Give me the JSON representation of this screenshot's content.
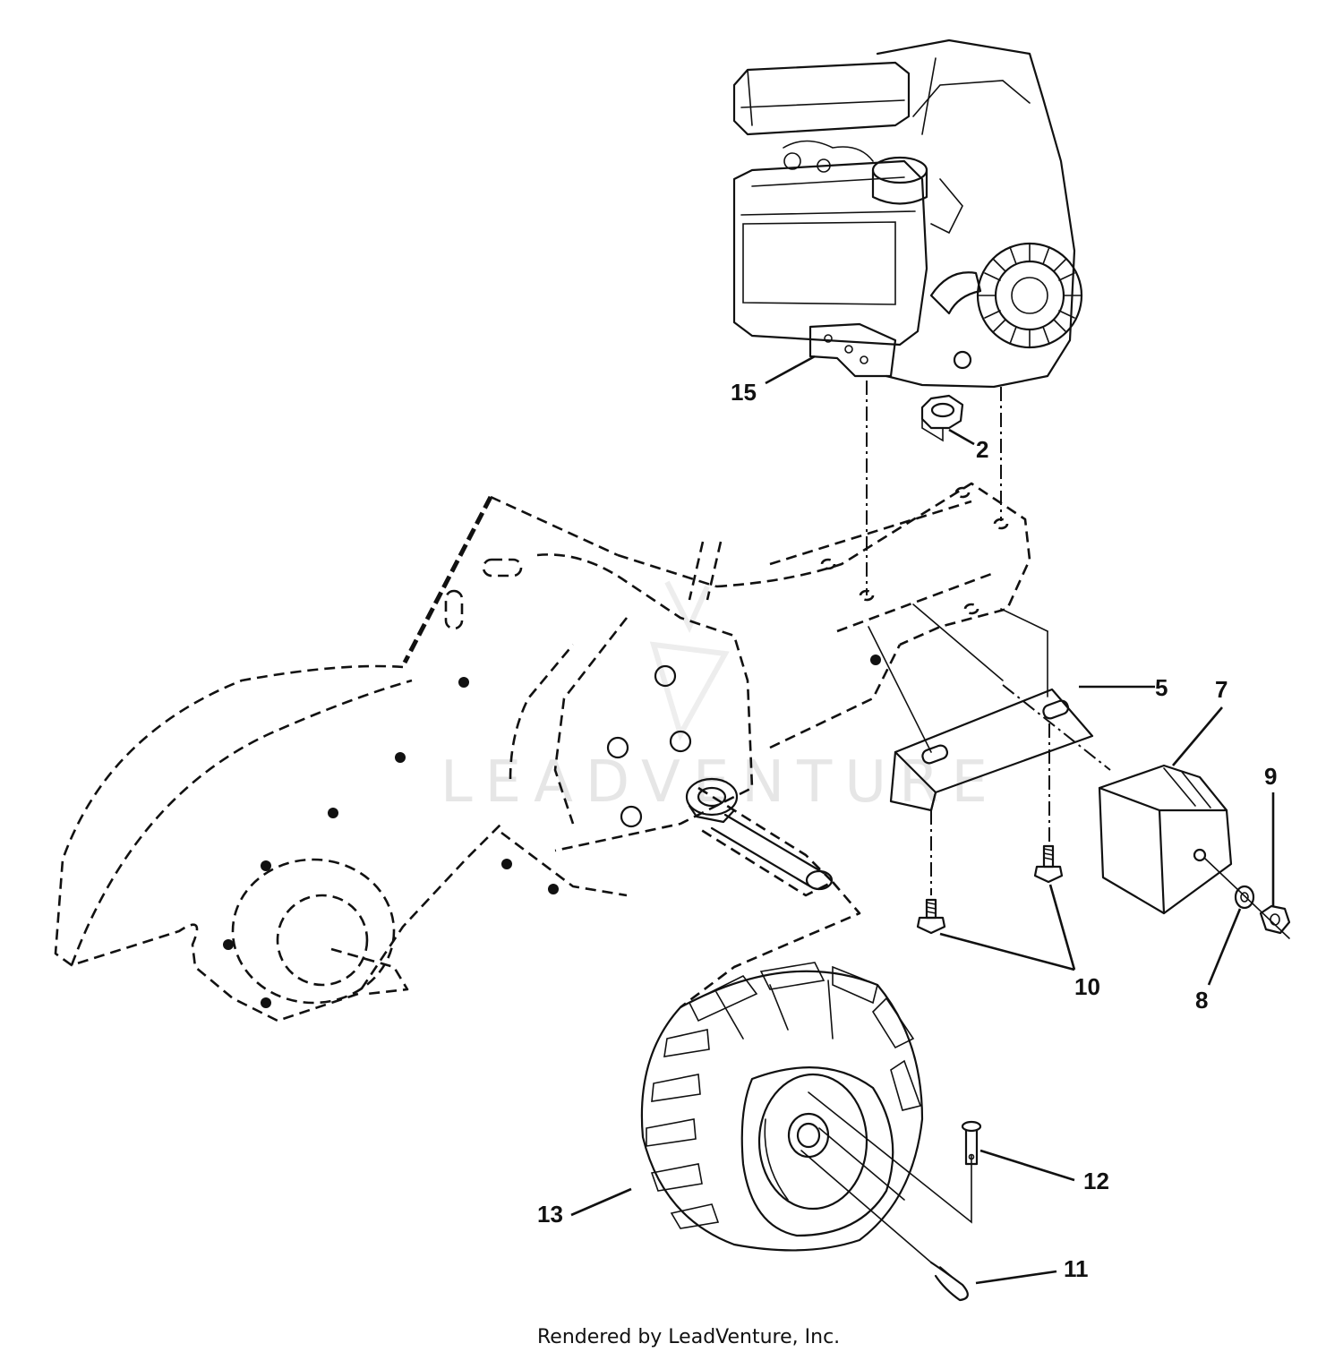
{
  "diagram": {
    "callouts": {
      "c15": "15",
      "c2": "2",
      "c5": "5",
      "c7": "7",
      "c9": "9",
      "c10": "10",
      "c8": "8",
      "c12": "12",
      "c13": "13",
      "c11": "11"
    },
    "watermark": "LEADVENTURE",
    "footer": "Rendered by LeadVenture, Inc."
  }
}
